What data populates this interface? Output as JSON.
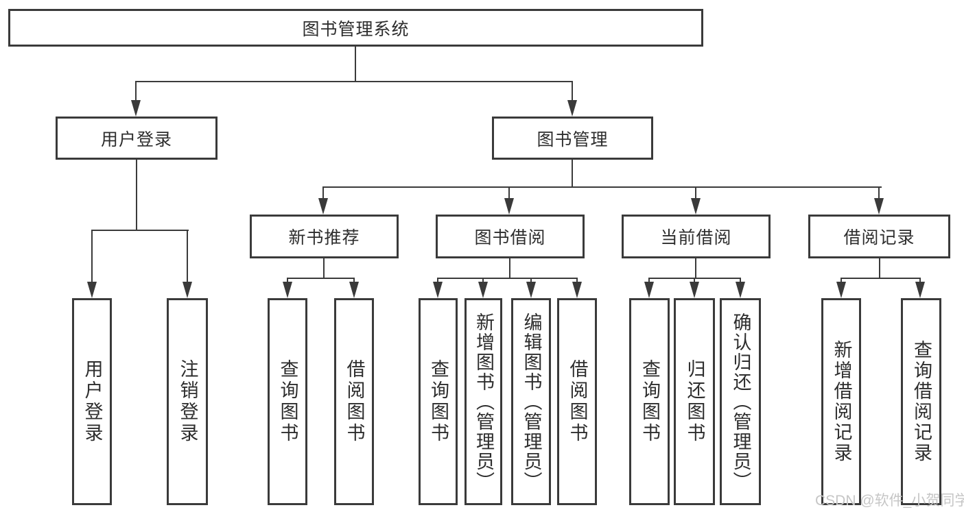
{
  "colors": {
    "line": "#3a3a3a",
    "text": "#2d2d2d",
    "watermark": "#c6c6c6"
  },
  "watermark": "CSDN @软件_小贺同学",
  "boxes": {
    "root": {
      "label": "图书管理系统"
    },
    "l2": [
      {
        "label": "用户登录"
      },
      {
        "label": "图书管理"
      }
    ],
    "l3": [
      {
        "label": "新书推荐"
      },
      {
        "label": "图书借阅"
      },
      {
        "label": "当前借阅"
      },
      {
        "label": "借阅记录"
      }
    ],
    "leaves": [
      {
        "label": "用户登录"
      },
      {
        "label": "注销登录"
      },
      {
        "label": "查询图书"
      },
      {
        "label": "借阅图书"
      },
      {
        "label": "查询图书"
      },
      {
        "label": "新增图书（管理员）"
      },
      {
        "label": "编辑图书（管理员）"
      },
      {
        "label": "借阅图书"
      },
      {
        "label": "查询图书"
      },
      {
        "label": "归还图书"
      },
      {
        "label": "确认归还（管理员）"
      },
      {
        "label": "新增借阅记录"
      },
      {
        "label": "查询借阅记录"
      }
    ]
  },
  "hierarchy": {
    "图书管理系统": {
      "用户登录": [
        "用户登录",
        "注销登录"
      ],
      "图书管理": {
        "新书推荐": [
          "查询图书",
          "借阅图书"
        ],
        "图书借阅": [
          "查询图书",
          "新增图书（管理员）",
          "编辑图书（管理员）",
          "借阅图书"
        ],
        "当前借阅": [
          "查询图书",
          "归还图书",
          "确认归还（管理员）"
        ],
        "借阅记录": [
          "新增借阅记录",
          "查询借阅记录"
        ]
      }
    }
  }
}
